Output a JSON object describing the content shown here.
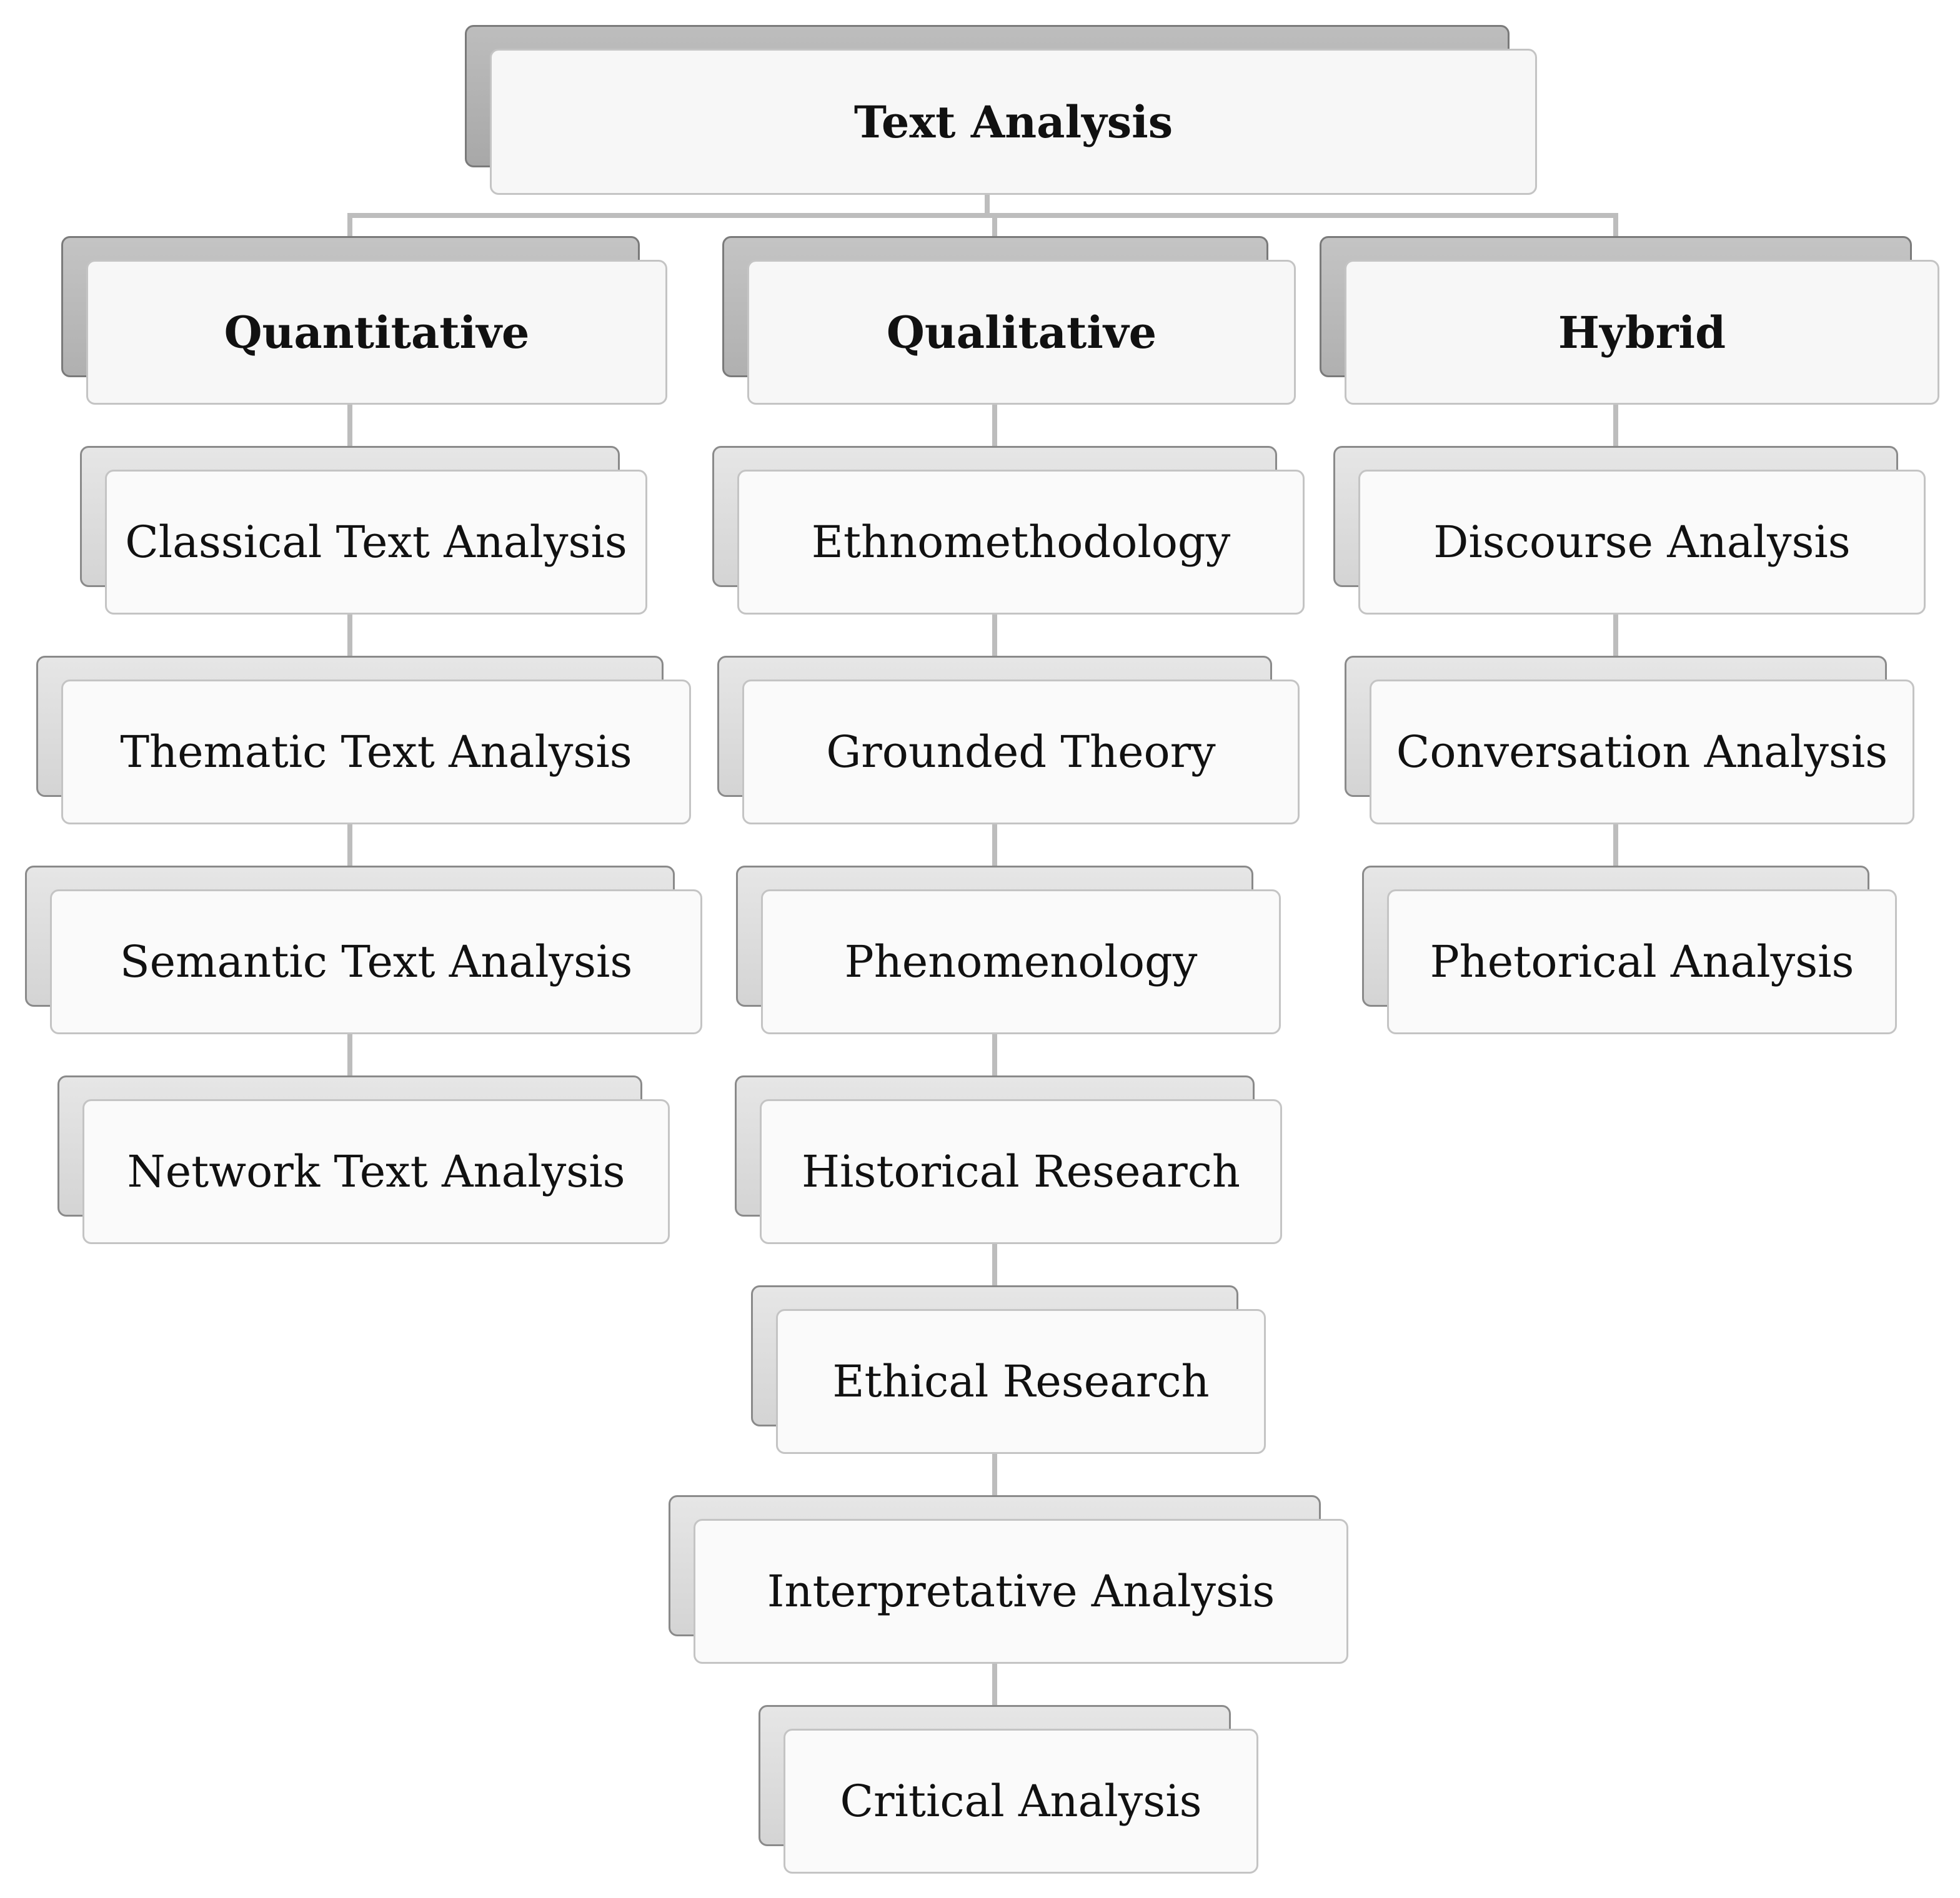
{
  "root": {
    "label": "Text Analysis"
  },
  "categories": [
    {
      "label": "Quantitative",
      "items": [
        "Classical Text Analysis",
        "Thematic Text Analysis",
        "Semantic Text Analysis",
        "Network Text Analysis"
      ]
    },
    {
      "label": "Qualitative",
      "items": [
        "Ethnomethodology",
        "Grounded Theory",
        "Phenomenology",
        "Historical Research",
        "Ethical Research",
        "Interpretative Analysis",
        "Critical Analysis"
      ]
    },
    {
      "label": "Hybrid",
      "items": [
        "Discourse Analysis",
        "Conversation Analysis",
        "Phetorical Analysis"
      ]
    }
  ],
  "colors": {
    "connector": "#bdbdbd",
    "box_fill": "#f7f7f7",
    "box_border": "#c4c4c4",
    "shadow_dark": "#a8a8a8",
    "shadow_light": "#dcdcdc"
  }
}
